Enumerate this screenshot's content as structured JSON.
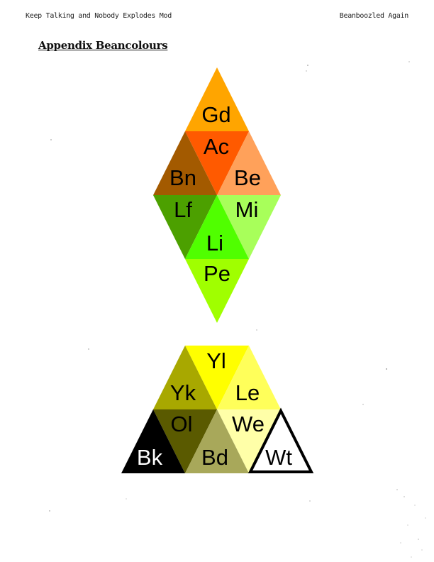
{
  "header": {
    "left": "Keep Talking and Nobody Explodes Mod",
    "right": "Beanboozled Again"
  },
  "title": "Appendix Beancolours",
  "diamond": [
    {
      "key": "gd",
      "label": "Gd",
      "color": "#FFA500",
      "text_color": "#000000"
    },
    {
      "key": "ac",
      "label": "Ac",
      "color": "#FF5A00",
      "text_color": "#000000"
    },
    {
      "key": "bn",
      "label": "Bn",
      "color": "#A35A00",
      "text_color": "#000000"
    },
    {
      "key": "be",
      "label": "Be",
      "color": "#FFA15A",
      "text_color": "#000000"
    },
    {
      "key": "lf",
      "label": "Lf",
      "color": "#4CA000",
      "text_color": "#000000"
    },
    {
      "key": "mi",
      "label": "Mi",
      "color": "#A8FF5A",
      "text_color": "#000000"
    },
    {
      "key": "li",
      "label": "Li",
      "color": "#50FF00",
      "text_color": "#000000"
    },
    {
      "key": "pe",
      "label": "Pe",
      "color": "#A0FF00",
      "text_color": "#000000"
    }
  ],
  "pyramid": [
    {
      "key": "yl",
      "label": "Yl",
      "color": "#FFFF00",
      "text_color": "#000000"
    },
    {
      "key": "yk",
      "label": "Yk",
      "color": "#A8A800",
      "text_color": "#000000"
    },
    {
      "key": "le",
      "label": "Le",
      "color": "#FFFF5A",
      "text_color": "#000000"
    },
    {
      "key": "ol",
      "label": "Ol",
      "color": "#5A5A00",
      "text_color": "#000000"
    },
    {
      "key": "we",
      "label": "We",
      "color": "#FFFFA8",
      "text_color": "#000000"
    },
    {
      "key": "bk",
      "label": "Bk",
      "color": "#000000",
      "text_color": "#FFFFFF"
    },
    {
      "key": "bd",
      "label": "Bd",
      "color": "#A8A85A",
      "text_color": "#000000"
    },
    {
      "key": "wt",
      "label": "Wt",
      "color": "#FFFFFF",
      "text_color": "#000000"
    }
  ]
}
